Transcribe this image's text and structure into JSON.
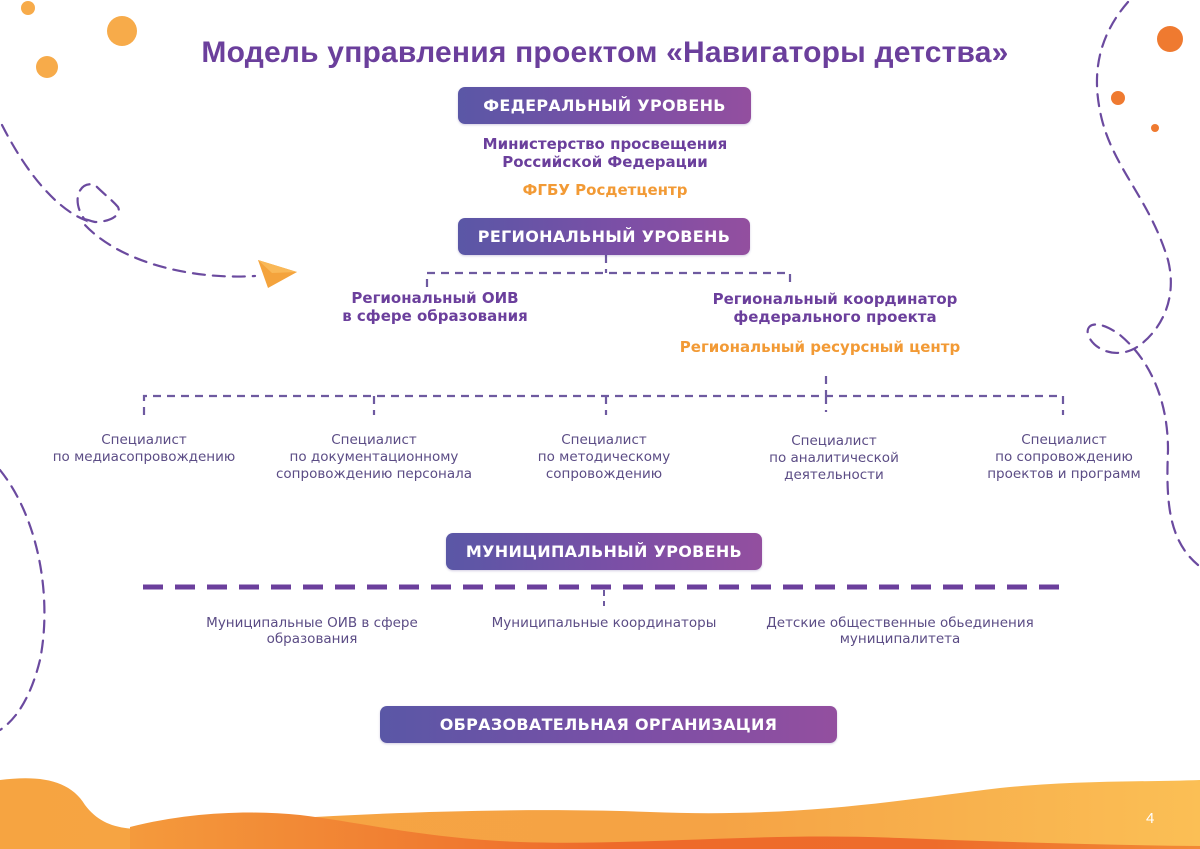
{
  "page": {
    "title": "Модель управления проектом «Навигаторы детства»",
    "page_number": "4"
  },
  "colors": {
    "primary_purple": "#6b3f9c",
    "badge_gradient_start": "#5a57a6",
    "badge_gradient_end": "#934f9f",
    "accent_orange": "#f29a35",
    "text_muted_purple": "#5b4c85",
    "wave_orange": "#f07a2e"
  },
  "federal": {
    "badge": "ФЕДЕРАЛЬНЫЙ УРОВЕНЬ",
    "ministry_lines": [
      "Министерство просвещения",
      "Российской Федерации"
    ],
    "center": "ФГБУ Росдетцентр"
  },
  "regional": {
    "badge": "РЕГИОНАЛЬНЫЙ УРОВЕНЬ",
    "left_lines": [
      "Региональный ОИВ",
      "в сфере образования"
    ],
    "right_lines": [
      "Региональный координатор",
      "федерального проекта"
    ],
    "resource_center": "Региональный ресурсный центр"
  },
  "specialists": [
    {
      "lines": [
        "Специалист",
        "по медиасопровождению"
      ]
    },
    {
      "lines": [
        "Специалист",
        "по документационному",
        "сопровождению персонала"
      ]
    },
    {
      "lines": [
        "Специалист",
        "по методическому",
        "сопровождению"
      ]
    },
    {
      "lines": [
        "Специалист",
        "по аналитической",
        "деятельности"
      ]
    },
    {
      "lines": [
        "Специалист",
        "по сопровождению",
        "проектов и программ"
      ]
    }
  ],
  "municipal": {
    "badge": "МУНИЦИПАЛЬНЫЙ УРОВЕНЬ",
    "items": [
      {
        "lines": [
          "Муниципальные ОИВ в сфере",
          "образования"
        ]
      },
      {
        "lines": [
          "Муниципальные координаторы"
        ]
      },
      {
        "lines": [
          "Детские общественные обьединения",
          "муниципалитета"
        ]
      }
    ]
  },
  "education": {
    "badge": "ОБРАЗОВАТЕЛЬНАЯ ОРГАНИЗАЦИЯ"
  }
}
